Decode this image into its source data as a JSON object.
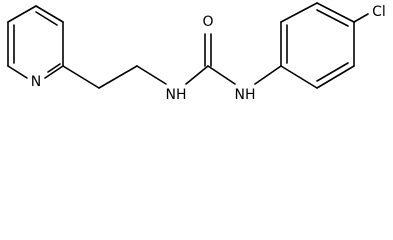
{
  "molecule": {
    "atoms": {
      "pyridine_nitrogen": "N",
      "urea_nitrogen_left": "NH",
      "carbonyl_oxygen": "O",
      "urea_nitrogen_right": "NH",
      "chlorine": "Cl"
    }
  },
  "colors": {
    "bond": "#000000",
    "label": "#000000",
    "background": "#ffffff"
  }
}
